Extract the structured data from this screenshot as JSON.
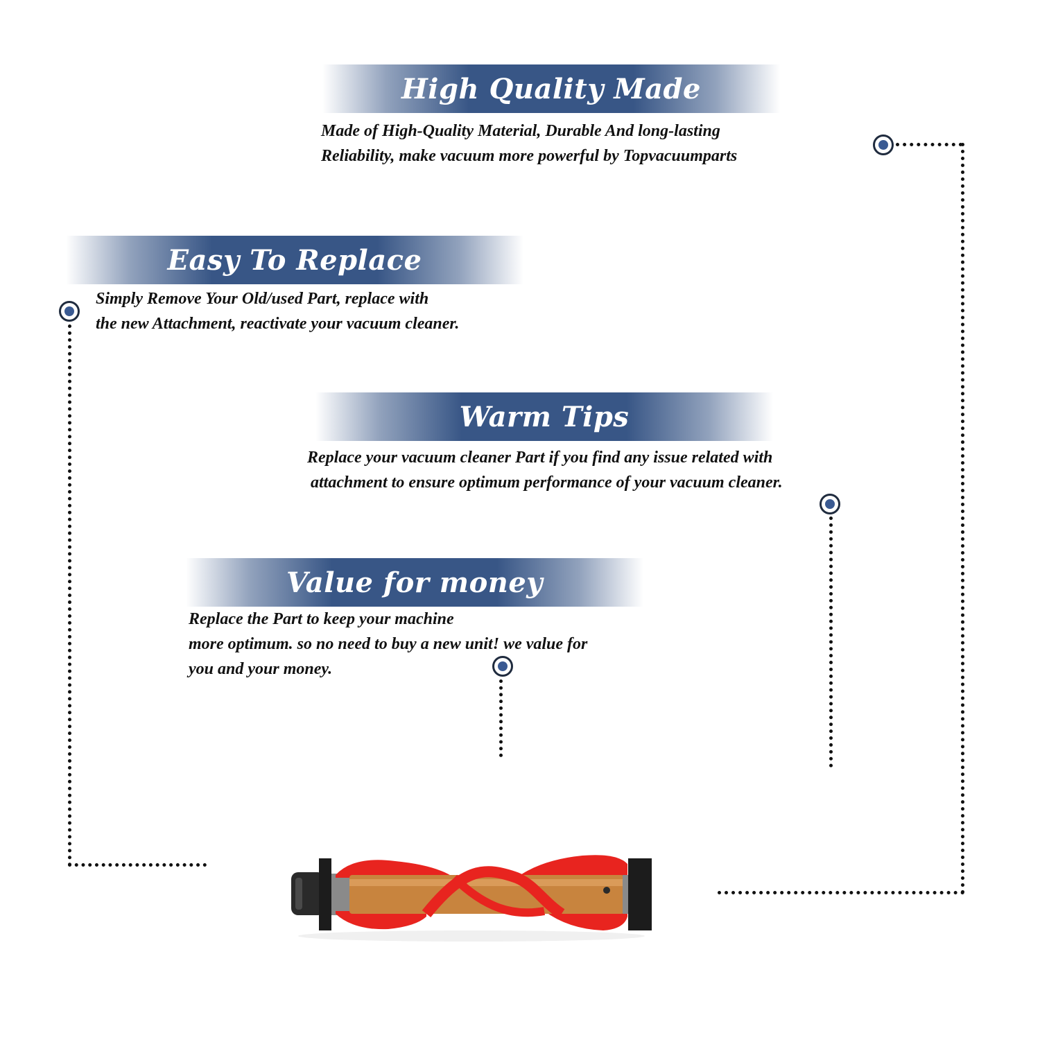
{
  "sections": {
    "quality": {
      "title": "High Quality Made",
      "lines": [
        "Made of  High-Quality Material, Durable And long-lasting",
        "Reliability, make vacuum more powerful by Topvacuumparts"
      ]
    },
    "replace": {
      "title": "Easy To Replace",
      "lines": [
        "Simply Remove Your Old/used Part, replace with",
        "the new Attachment, reactivate your vacuum cleaner."
      ]
    },
    "tips": {
      "title": "Warm Tips",
      "lines": [
        "Replace your vacuum cleaner Part if you find any issue related with",
        "attachment to ensure optimum performance of your vacuum cleaner."
      ]
    },
    "value": {
      "title": "Value for money",
      "lines": [
        "Replace the Part to keep your machine",
        "more optimum. so no need to buy a new unit! we value for",
        "you and your money."
      ]
    }
  },
  "icons": {
    "marker": "target-dot-icon",
    "product": "brush-roll-icon"
  },
  "colors": {
    "banner": "#385686",
    "marker_fill": "#3a5a92",
    "text": "#111111",
    "bristle": "#e8241f",
    "dowel": "#c8843e"
  }
}
